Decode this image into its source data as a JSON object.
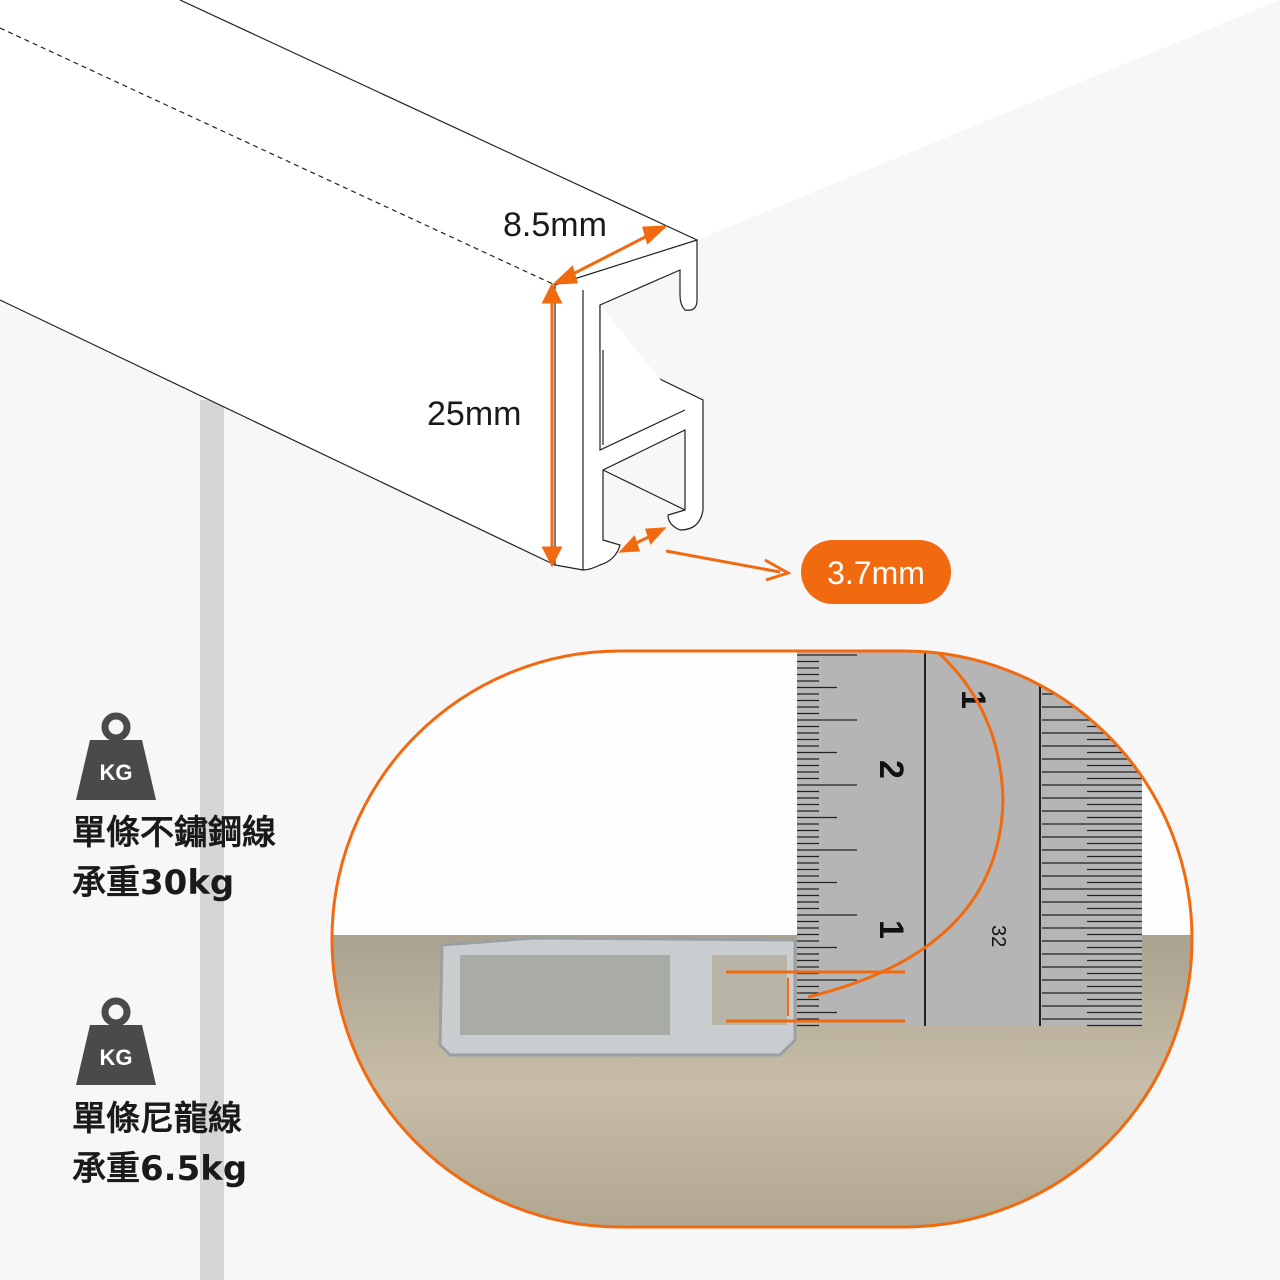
{
  "dimensions": {
    "width": "8.5mm",
    "height": "25mm",
    "gap": "3.7mm"
  },
  "specs": [
    {
      "icon": "weight-icon",
      "icon_label": "KG",
      "line1": "單條不鏽鋼線",
      "line2": "承重30kg"
    },
    {
      "icon": "weight-icon",
      "icon_label": "KG",
      "line1": "單條尼龍線",
      "line2": "承重6.5kg"
    }
  ],
  "ruler": {
    "marks": [
      "1",
      "2",
      "1",
      "32"
    ]
  },
  "colors": {
    "accent": "#f26a10",
    "background": "#f7f7f7",
    "pole": "#d6d6d6"
  }
}
